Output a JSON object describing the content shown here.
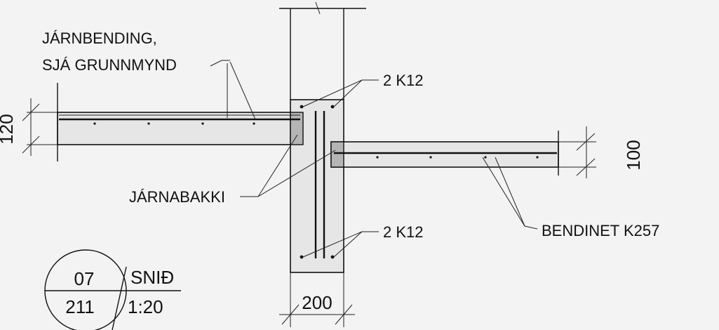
{
  "notes": {
    "rebar_line1": "JÁRNBENDING,",
    "rebar_line2": "SJÁ GRUNNMYND",
    "top_bars": "2 K12",
    "bottom_bars": "2 K12",
    "steel_tray": "JÁRNABAKKI",
    "mesh": "BENDINET K257"
  },
  "dimensions": {
    "left_slab": "120",
    "right_slab": "100",
    "wall_width": "200"
  },
  "title_block": {
    "detail_number": "07",
    "sheet_number": "211",
    "label": "SNIÐ",
    "scale": "1:20"
  },
  "colors": {
    "concrete": "#e6e6e6",
    "pocket": "#b5b5b5",
    "ink": "#111111"
  }
}
